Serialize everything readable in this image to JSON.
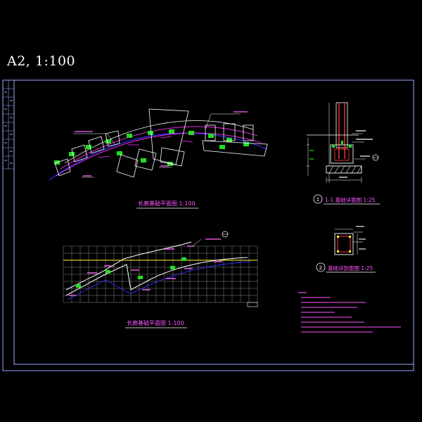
{
  "sheet": {
    "heading": "A2,   1:100"
  },
  "views": {
    "plan_top": {
      "caption": "长廊基础平面图  1:100"
    },
    "plan_bottom": {
      "caption": "长廊基础平面图  1:100"
    },
    "section_1": {
      "marker": "1",
      "caption": "1-1  基础详面图  1:25"
    },
    "section_2": {
      "marker": "2",
      "caption": "基础详剖面图  1:25"
    }
  },
  "colors": {
    "background": "#000000",
    "sheet_border": "#9aa8ff",
    "drawing_line": "#ffffff",
    "centerline": "#3030ff",
    "annotation": "#ff33ff",
    "footing": "#22dd22",
    "grid": "#8a8a8a",
    "reference_line": "#ffff33",
    "rebar": "#ff3333",
    "notes_text": "#ff55ff"
  }
}
